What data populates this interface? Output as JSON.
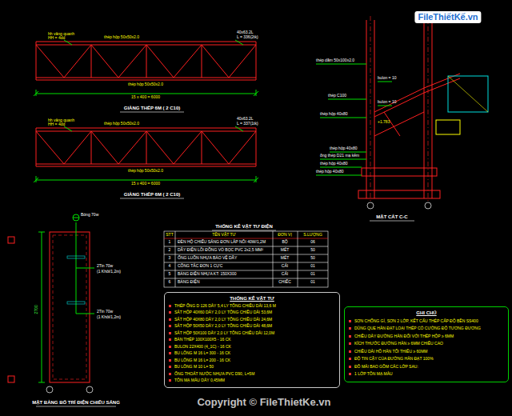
{
  "diagram": {
    "nodes": [
      {
        "text": [
          "THỐNG KÊ VẬT TƯ",
          "THÉP ỐNG D 126 DÀY 5,4 LY TỔNG CHIỀU DÀI 13,6 M",
          "SẮT HỘP 40X60 DÀY 2,0 LY TỔNG CHIỀU DÀI 53,6M",
          "SẮT HỘP 40X80 DÀY 2,0 LY TỔNG CHIỀU DÀI 24,6M",
          "SẮT HỘP 50X50 DÀY 2,0 LY TỔNG CHIỀU DÀI 48,6M",
          "SẮT HỘP 50X100 DÀY 2,0 LY TỔNG CHIỀU DÀI 12,0M",
          "BẢN THÉP 100X100X5 - 16 CK",
          "BULON 22X400 (4_1C) - 16 CK",
          "BU LÔNG M 16 L= 300 - 16 CK",
          "BU LÔNG M 16 L= 200 - 16 CK",
          "BU LÔNG M 10 L= 50",
          "ỐNG THOÁT NƯỚC NHỰA PVC D90, L=5M",
          "TÔN MẠ MÀU DÀY 0,45MM"
        ]
      },
      {
        "text": [
          "GHI CHÚ",
          "SƠN CHỐNG GỈ, SƠN 2 LỚP, KẾT CẤU THÉP CẤP ĐỘ BỀN SS400",
          "DÙNG QUE HÀN ĐẠT LOẠI THÉP CÓ CƯỜNG ĐỘ TƯƠNG ĐƯƠNG",
          "CHIỀU DÀY ĐƯỜNG HÀN ĐỐI VỚI THÉP HỘP ≥ 6MM",
          "KÍCH THƯỚC ĐƯỜNG HÀN ≥ 6MM CHIỀU CAO",
          "CHIỀU DÀI HỒ HÀN TỐI THIỂU ≥ 60MM",
          "ĐỘ TIN CẬY CỦA ĐƯỜNG HÀN ĐẠT 100%",
          "ĐỔ MÁI BAO GỒM CÁC LỚP SAU:",
          "1 LỚP TÔN MẠ MÀU"
        ]
      }
    ],
    "labels": [
      "FileThiếtKế.vn",
      "hh vâng quanh",
      "HH = 4dd",
      "thép hộp 50x50x2.0",
      "40x63.2L",
      "L = 336(2tk)",
      "thép hộp 50x50x2.0",
      "15 x 400 = 6000",
      "GIẰNG THÉP 6M ( 2 C10)",
      "hh vâng quanh",
      "HH = 4dd",
      "thép hộp 50x50x2.0",
      "40x63.2L",
      "L = 337(1tk)",
      "thép hộp 50x50x2.0",
      "15 x 400 = 6000",
      "GIẰNG THÉP 6M ( 2 C10)",
      "thép dầm 50x100x2.0",
      "bulon = 10",
      "thép C100",
      "bulon = 10",
      "thép hộp 40x80",
      "+1.783",
      "thép hộp 40x80",
      "ống thép D21 mạ kẽm",
      "thép hộp 40x80",
      "thép hộp 40x80",
      "MẶT CẮT C-C",
      "Bóng 70w",
      "2Tin 70w",
      "(1 Khôi/1,2m)",
      "2Tin 70w",
      "(1 Khôi/1,2m)",
      "2700",
      "MẶT BẰNG BỐ TRÍ ĐIỆN CHIẾU SÁNG",
      "THỐNG KÊ VẬT TƯ ĐIỆN",
      "STT",
      "TÊN VẬT TƯ",
      "ĐƠN VỊ",
      "S.LƯỢNG",
      "1",
      "ĐÈN HỘ CHIẾU SÁNG ĐƠN LẮP NỔI 40W/1,2M",
      "BỘ",
      "06",
      "2",
      "DÂY ĐIỆN LÕI ĐỒNG VỎ BỌC PVC 2x2,5 MM²",
      "MÉT",
      "50",
      "3",
      "ỐNG LUỒN NHỰA BẢO VỆ DÂY",
      "MÉT",
      "50",
      "4",
      "CÔNG TẮC ĐƠN 1 CỰC",
      "CÁI",
      "01",
      "5",
      "BẢNG ĐIỆN NHỰA KT: 150X300",
      "CÁI",
      "01",
      "6",
      "BẢNG ĐIỆN",
      "CHIẾC",
      "01",
      "Copyright © FileThietKe.vn"
    ]
  }
}
